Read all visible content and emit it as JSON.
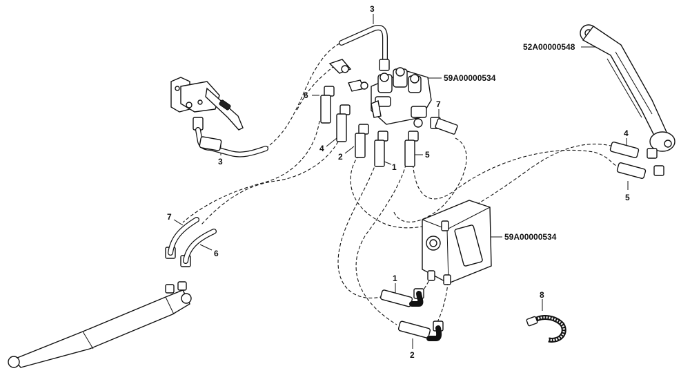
{
  "labels": {
    "l3_top": "3",
    "l59_top": "59A00000534",
    "l52": "52A00000548",
    "l6_top": "6",
    "l7_top": "7",
    "l4_mid": "4",
    "l2_mid": "2",
    "l1_mid": "1",
    "l5_mid": "5",
    "l3_left": "3",
    "l4_right": "4",
    "l5_right": "5",
    "l7_left": "7",
    "l6_left": "6",
    "l59_box": "59A00000534",
    "l1_low": "1",
    "l8": "8",
    "l2_low": "2"
  }
}
